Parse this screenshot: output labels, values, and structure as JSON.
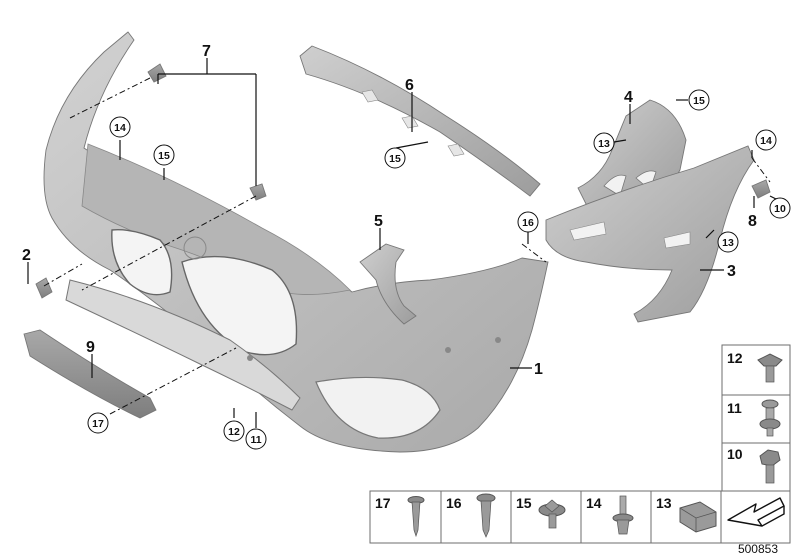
{
  "callouts": [
    {
      "id": "c1",
      "text": "1"
    },
    {
      "id": "c2",
      "text": "2"
    },
    {
      "id": "c3",
      "text": "3"
    },
    {
      "id": "c4",
      "text": "4"
    },
    {
      "id": "c5",
      "text": "5"
    },
    {
      "id": "c6",
      "text": "6"
    },
    {
      "id": "c7",
      "text": "7"
    },
    {
      "id": "c8",
      "text": "8"
    },
    {
      "id": "c9",
      "text": "9"
    },
    {
      "id": "c10",
      "text": "10"
    },
    {
      "id": "c11",
      "text": "11"
    },
    {
      "id": "c12",
      "text": "12"
    },
    {
      "id": "c13a",
      "text": "13"
    },
    {
      "id": "c13b",
      "text": "13"
    },
    {
      "id": "c14a",
      "text": "14"
    },
    {
      "id": "c14b",
      "text": "14"
    },
    {
      "id": "c15a",
      "text": "15"
    },
    {
      "id": "c15b",
      "text": "15"
    },
    {
      "id": "c15c",
      "text": "15"
    },
    {
      "id": "c16",
      "text": "16"
    },
    {
      "id": "c17",
      "text": "17"
    }
  ],
  "legend": {
    "right_column": [
      {
        "label": "12",
        "icon": "screw-icon"
      },
      {
        "label": "11",
        "icon": "expanding-rivet-icon"
      },
      {
        "label": "10",
        "icon": "hex-screw-icon"
      }
    ],
    "bottom_row": [
      {
        "label": "17",
        "icon": "screw-icon"
      },
      {
        "label": "16",
        "icon": "tapping-screw-icon"
      },
      {
        "label": "15",
        "icon": "flange-screw-icon"
      },
      {
        "label": "14",
        "icon": "push-rivet-icon"
      },
      {
        "label": "13",
        "icon": "clip-nut-icon"
      },
      {
        "label": "",
        "icon": "arrow-icon"
      }
    ]
  },
  "document_id": "500853"
}
